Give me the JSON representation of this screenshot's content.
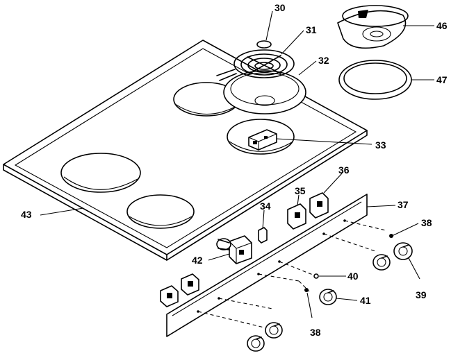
{
  "callouts": {
    "p30": "30",
    "p31": "31",
    "p32": "32",
    "p33": "33",
    "p34": "34",
    "p35": "35",
    "p36": "36",
    "p37": "37",
    "p38a": "38",
    "p38b": "38",
    "p39": "39",
    "p40": "40",
    "p41": "41",
    "p42": "42",
    "p43": "43",
    "p46": "46",
    "p47": "47"
  }
}
